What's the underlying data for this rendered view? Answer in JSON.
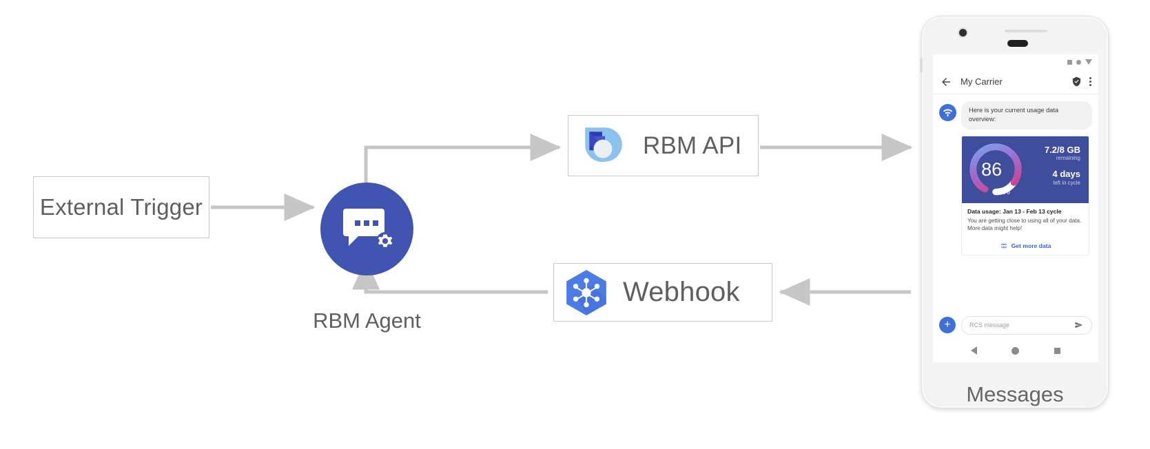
{
  "diagram": {
    "nodes": {
      "external_trigger": {
        "label": "External Trigger"
      },
      "rbm_agent": {
        "label": "RBM Agent",
        "icon": "chat-gear-icon",
        "color": "#4054b2"
      },
      "rbm_api": {
        "label": "RBM API",
        "icon": "rbm-api-logo-icon"
      },
      "webhook": {
        "label": "Webhook",
        "icon": "webhook-hexagon-icon",
        "color": "#4b7be5"
      },
      "messages_device": {
        "label": "Messages"
      }
    }
  },
  "phone": {
    "status_bar": {
      "icons": [
        "square-icon",
        "circle-icon",
        "triangle-icon"
      ]
    },
    "app_bar": {
      "back_icon": "back-arrow-icon",
      "title": "My Carrier",
      "verified_icon": "verified-shield-icon",
      "overflow_icon": "overflow-menu-icon"
    },
    "conversation": {
      "timestamp": "12:30 PM",
      "incoming_message": {
        "avatar_icon": "rcs-agent-avatar-icon",
        "text": "Here is your current usage data overview:"
      },
      "rich_card": {
        "gauge": {
          "percent": "86",
          "percent_symbol": "%",
          "value": 86,
          "track_color": "#ffffff",
          "gradient_start": "#7aa7f0",
          "gradient_mid": "#9b6fd0",
          "gradient_end": "#d93a8a"
        },
        "hero_background": "#3f4e9c",
        "data_remaining": "7.2/8 GB",
        "data_remaining_sub": "remaining",
        "days_left": "4 days",
        "days_left_sub": "left in cycle",
        "title": "Data usage: Jan 13 - Feb 13 cycle",
        "description": "You are getting close to using all of your data. More data might help!",
        "action": {
          "icon": "globe-icon",
          "label": "Get more data",
          "color": "#3a61d6"
        }
      }
    },
    "composer": {
      "add_icon": "plus-icon",
      "placeholder": "RCS message",
      "value": "",
      "send_icon": "send-icon"
    },
    "nav_bar": {
      "back_icon": "nav-back-icon",
      "home_icon": "nav-home-icon",
      "recents_icon": "nav-recents-icon"
    }
  }
}
